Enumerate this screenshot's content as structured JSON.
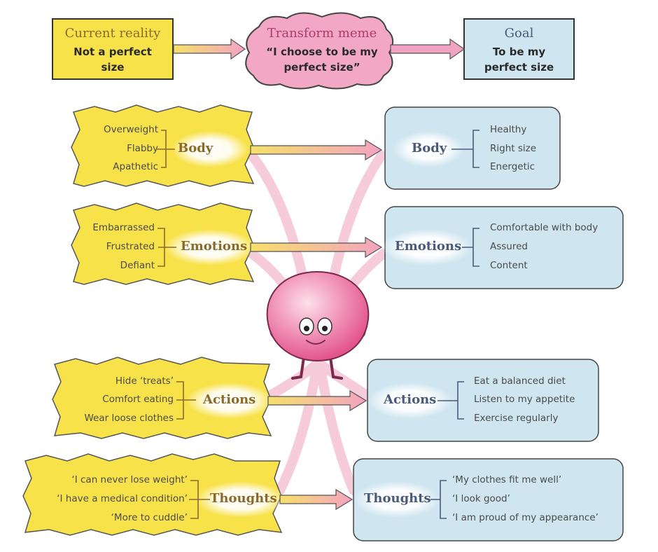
{
  "header": {
    "current": {
      "title": "Current reality",
      "subtitle": "Not a perfect size"
    },
    "transform": {
      "title": "Transform meme",
      "subtitle": "“I choose to be my perfect size”"
    },
    "goal": {
      "title": "Goal",
      "subtitle": "To be my perfect size"
    }
  },
  "rows": [
    {
      "category": "Body",
      "left": [
        "Overweight",
        "Flabby",
        "Apathetic"
      ],
      "right": [
        "Healthy",
        "Right size",
        "Energetic"
      ]
    },
    {
      "category": "Emotions",
      "left": [
        "Embarrassed",
        "Frustrated",
        "Defiant"
      ],
      "right": [
        "Comfortable with body",
        "Assured",
        "Content"
      ]
    },
    {
      "category": "Actions",
      "left": [
        "Hide ‘treats’",
        "Comfort eating",
        "Wear loose clothes"
      ],
      "right": [
        "Eat a balanced diet",
        "Listen to my appetite",
        "Exercise regularly"
      ]
    },
    {
      "category": "Thoughts",
      "left": [
        "‘I can never lose weight’",
        "‘I have a medical condition’",
        "‘More to cuddle’"
      ],
      "right": [
        "‘My clothes fit me well’",
        "‘I look good’",
        "‘I am proud of my appearance’"
      ]
    }
  ],
  "colors": {
    "yellow": "#f8e24a",
    "blue": "#cfe6f0",
    "pink": "#f2a8c4",
    "brown": "#8a6a2a"
  }
}
